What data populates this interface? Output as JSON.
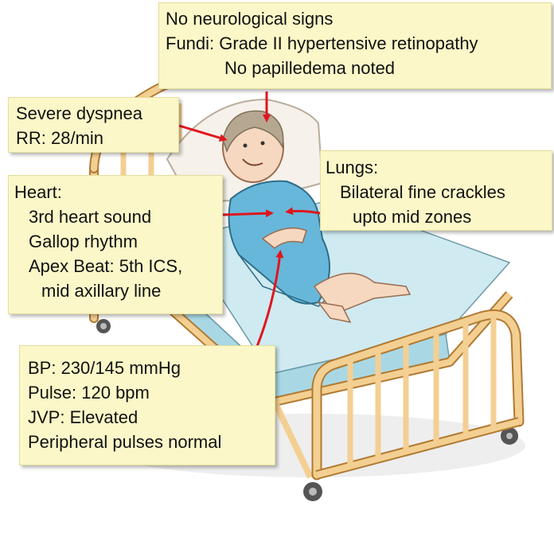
{
  "colors": {
    "note_background": "#fbf7c8",
    "arrow": "#e0161f",
    "mattress": "#a9d8e4",
    "bed_frame": "#f4cf92",
    "gown": "#67b7da"
  },
  "icons": [
    "hospital-bed-icon",
    "patient-icon"
  ],
  "notes": {
    "neuro": {
      "line1": "No neurological signs",
      "line2": "Fundi: Grade II hypertensive retinopathy",
      "line3": "No papilledema noted"
    },
    "dyspnea": {
      "line1": "Severe dyspnea",
      "line2": "RR: 28/min"
    },
    "lungs": {
      "line1": "Lungs:",
      "line2": "Bilateral fine crackles",
      "line3": "upto mid zones"
    },
    "heart": {
      "line1": "Heart:",
      "line2": "3rd heart sound",
      "line3": "Gallop rhythm",
      "line4": "Apex Beat: 5th ICS,",
      "line5": "mid axillary line"
    },
    "bp": {
      "line1": "BP: 230/145 mmHg",
      "line2": "Pulse: 120 bpm",
      "line3": "JVP: Elevated",
      "line4": "Peripheral pulses normal"
    }
  }
}
